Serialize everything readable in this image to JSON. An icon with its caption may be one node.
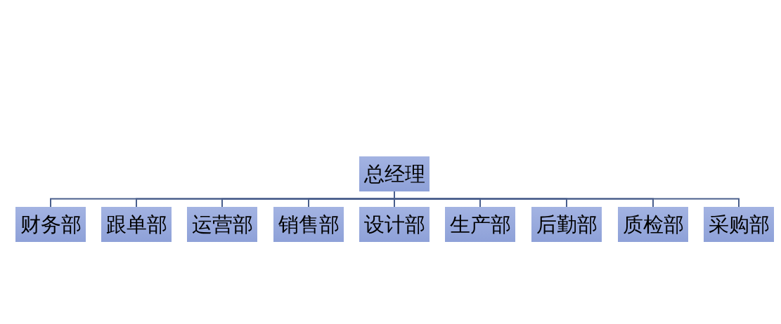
{
  "diagram": {
    "nodes": [
      {
        "text": [
          "总经理"
        ]
      },
      {
        "text": [
          "财务部"
        ]
      },
      {
        "text": [
          "跟单部"
        ]
      },
      {
        "text": [
          "运营部"
        ]
      },
      {
        "text": [
          "销售部"
        ]
      },
      {
        "text": [
          "设计部"
        ]
      },
      {
        "text": [
          "生产部"
        ]
      },
      {
        "text": [
          "后勤部"
        ]
      },
      {
        "text": [
          "质检部"
        ]
      },
      {
        "text": [
          "采购部"
        ]
      }
    ],
    "edges": [
      {
        "from": 0,
        "to": 1,
        "arrow": "none"
      },
      {
        "from": 0,
        "to": 2,
        "arrow": "none"
      },
      {
        "from": 0,
        "to": 3,
        "arrow": "none"
      },
      {
        "from": 0,
        "to": 4,
        "arrow": "none"
      },
      {
        "from": 0,
        "to": 5,
        "arrow": "none"
      },
      {
        "from": 0,
        "to": 6,
        "arrow": "none"
      },
      {
        "from": 0,
        "to": 7,
        "arrow": "none"
      },
      {
        "from": 0,
        "to": 8,
        "arrow": "none"
      },
      {
        "from": 0,
        "to": 9,
        "arrow": "none"
      }
    ]
  }
}
